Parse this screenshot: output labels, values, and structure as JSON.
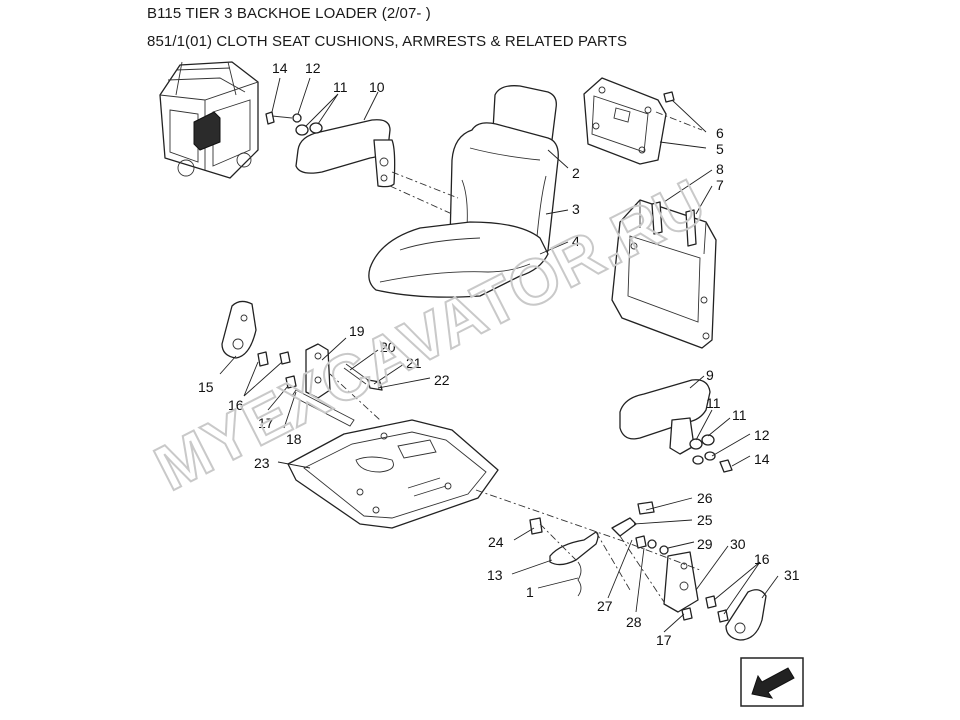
{
  "header": {
    "title": "B115 TIER 3 BACKHOE LOADER (2/07- )",
    "subtitle": "851/1(01) CLOTH SEAT CUSHIONS, ARMRESTS & RELATED PARTS"
  },
  "watermark": {
    "text": "MYEXCAVATOR.RU"
  },
  "callouts": {
    "c14a": "14",
    "c12a": "12",
    "c11a": "11",
    "c10": "10",
    "c2": "2",
    "c3": "3",
    "c4": "4",
    "c6": "6",
    "c5": "5",
    "c8": "8",
    "c7": "7",
    "c9": "9",
    "c11b": "11",
    "c11c": "11",
    "c12b": "12",
    "c14b": "14",
    "c15": "15",
    "c16a": "16",
    "c17a": "17",
    "c18": "18",
    "c19": "19",
    "c20": "20",
    "c21": "21",
    "c22": "22",
    "c23": "23",
    "c26": "26",
    "c25": "25",
    "c24": "24",
    "c29": "29",
    "c30": "30",
    "c16b": "16",
    "c31": "31",
    "c13": "13",
    "c1": "1",
    "c27": "27",
    "c28": "28",
    "c17b": "17"
  },
  "icons": {
    "machine": "backhoe-cab-locator-icon",
    "direction": "front-direction-arrow-icon"
  },
  "colors": {
    "watermark": "#c9c9c9",
    "line": "#222222",
    "locator_fill": "#1e1e1e"
  }
}
